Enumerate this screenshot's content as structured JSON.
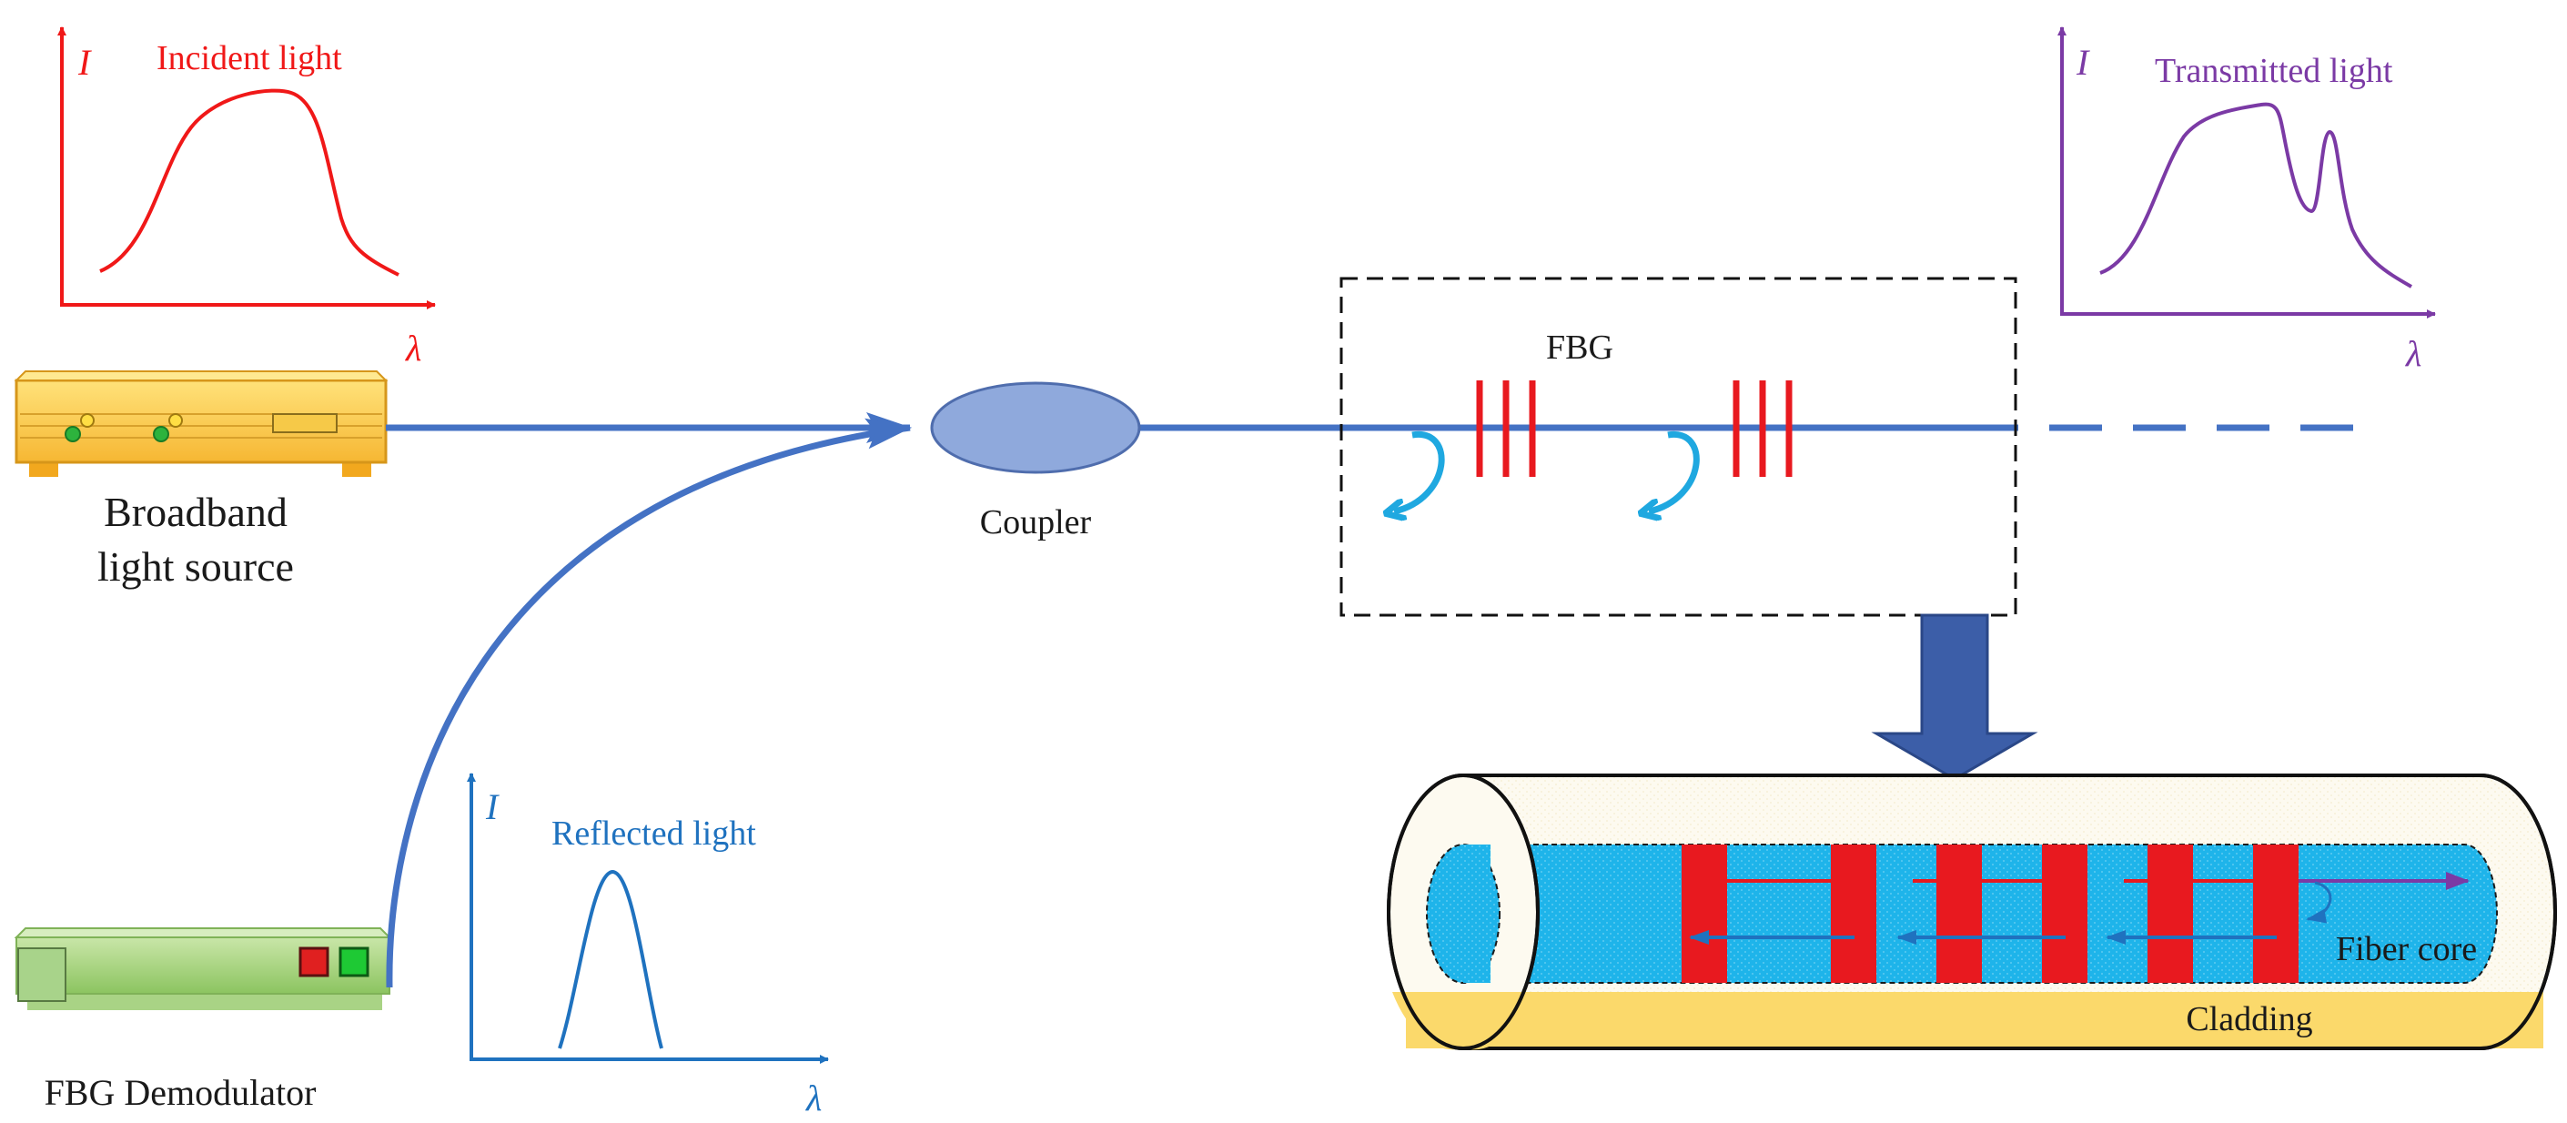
{
  "labels": {
    "incident": "Incident light",
    "transmitted": "Transmitted light",
    "reflected": "Reflected light",
    "source_line1": "Broadband",
    "source_line2": "light source",
    "coupler": "Coupler",
    "fbg": "FBG",
    "demodulator": "FBG Demodulator",
    "fiber_core": "Fiber core",
    "cladding": "Cladding"
  },
  "axes": {
    "intensity_symbol": "I",
    "wavelength_symbol": "λ"
  },
  "colors": {
    "incident": "#f01818",
    "transmitted": "#7b3aa5",
    "reflected": "#1f72bf",
    "fiber": "#4472c4",
    "coupler": "#8fa9dc",
    "grating": "#e8191f",
    "reflection_arrow": "#1fa8e0",
    "core": "#1eb4ea",
    "cladding": "#fbd96b",
    "big_arrow": "#3c5ea8"
  }
}
